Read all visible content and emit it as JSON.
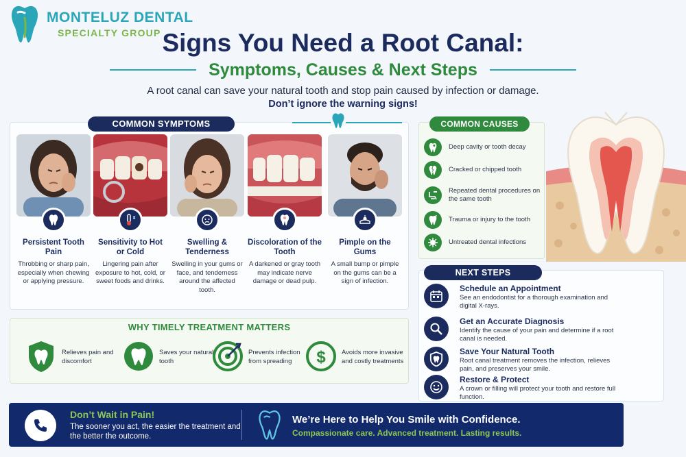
{
  "brand": {
    "name_line1": "MONTELUZ DENTAL",
    "name_line2": "SPECIALTY GROUP",
    "logo_icon": "tooth-logo-icon"
  },
  "header": {
    "title": "Signs You Need a Root Canal:",
    "subtitle": "Symptoms, Causes & Next Steps",
    "intro": "A root canal can save your natural tooth and stop pain caused by infection or damage.",
    "warning": "Don’t ignore the warning signs!"
  },
  "symptoms": {
    "heading": "COMMON SYMPTOMS",
    "items": [
      {
        "title": "Persistent Tooth Pain",
        "desc": "Throbbing or sharp pain, especially when chewing or applying pressure.",
        "icon": "tooth-icon"
      },
      {
        "title": "Sensitivity to Hot or Cold",
        "desc": "Lingering pain after exposure to hot, cold, or sweet foods and drinks.",
        "icon": "thermometer-icon"
      },
      {
        "title": "Swelling & Tenderness",
        "desc": "Swelling in your gums or face, and tenderness around the affected tooth.",
        "icon": "swollen-face-icon"
      },
      {
        "title": "Discoloration of the Tooth",
        "desc": "A darkened or gray tooth may indicate nerve damage or dead pulp.",
        "icon": "discolored-tooth-icon"
      },
      {
        "title": "Pimple on the Gums",
        "desc": "A small bump or pimple on the gums can be a sign of infection.",
        "icon": "gum-pimple-icon"
      }
    ]
  },
  "why": {
    "heading": "WHY TIMELY TREATMENT MATTERS",
    "items": [
      {
        "text": "Relieves pain and discomfort",
        "icon": "shield-tooth-icon"
      },
      {
        "text": "Saves your natural tooth",
        "icon": "tooth-circle-icon"
      },
      {
        "text": "Prevents infection from spreading",
        "icon": "target-icon"
      },
      {
        "text": "Avoids more invasive and costly treatments",
        "icon": "dollar-icon"
      }
    ]
  },
  "causes": {
    "heading": "COMMON CAUSES",
    "items": [
      {
        "text": "Deep cavity or tooth decay",
        "icon": "decayed-tooth-icon"
      },
      {
        "text": "Cracked or chipped tooth",
        "icon": "cracked-tooth-icon"
      },
      {
        "text": "Repeated dental procedures on the same tooth",
        "icon": "dental-chair-icon"
      },
      {
        "text": "Trauma or injury to the tooth",
        "icon": "injured-tooth-icon"
      },
      {
        "text": "Untreated dental infections",
        "icon": "germ-icon"
      }
    ]
  },
  "next_steps": {
    "heading": "NEXT STEPS",
    "items": [
      {
        "title": "Schedule an Appointment",
        "desc": "See an endodontist for a thorough examination and digital X-rays.",
        "icon": "calendar-icon"
      },
      {
        "title": "Get an Accurate Diagnosis",
        "desc": "Identify the cause of your pain and determine if a root canal is needed.",
        "icon": "magnifier-icon"
      },
      {
        "title": "Save Your Natural Tooth",
        "desc": "Root canal treatment removes the infection, relieves pain, and preserves your smile.",
        "icon": "shield-tooth-icon"
      },
      {
        "title": "Restore & Protect",
        "desc": "A crown or filling will protect your tooth and restore full function.",
        "icon": "smile-icon"
      }
    ]
  },
  "banner": {
    "wait_title": "Don’t Wait in Pain!",
    "wait_desc": "The sooner you act, the easier the treatment and the better the outcome.",
    "help_title": "We’re Here to Help You Smile with Confidence.",
    "help_sub": "Compassionate care. Advanced treatment. Lasting results."
  },
  "colors": {
    "navy": "#1b2b5e",
    "green": "#2f8a3d",
    "teal": "#2aa6b8",
    "lime": "#8cc654",
    "banner": "#12296b"
  }
}
